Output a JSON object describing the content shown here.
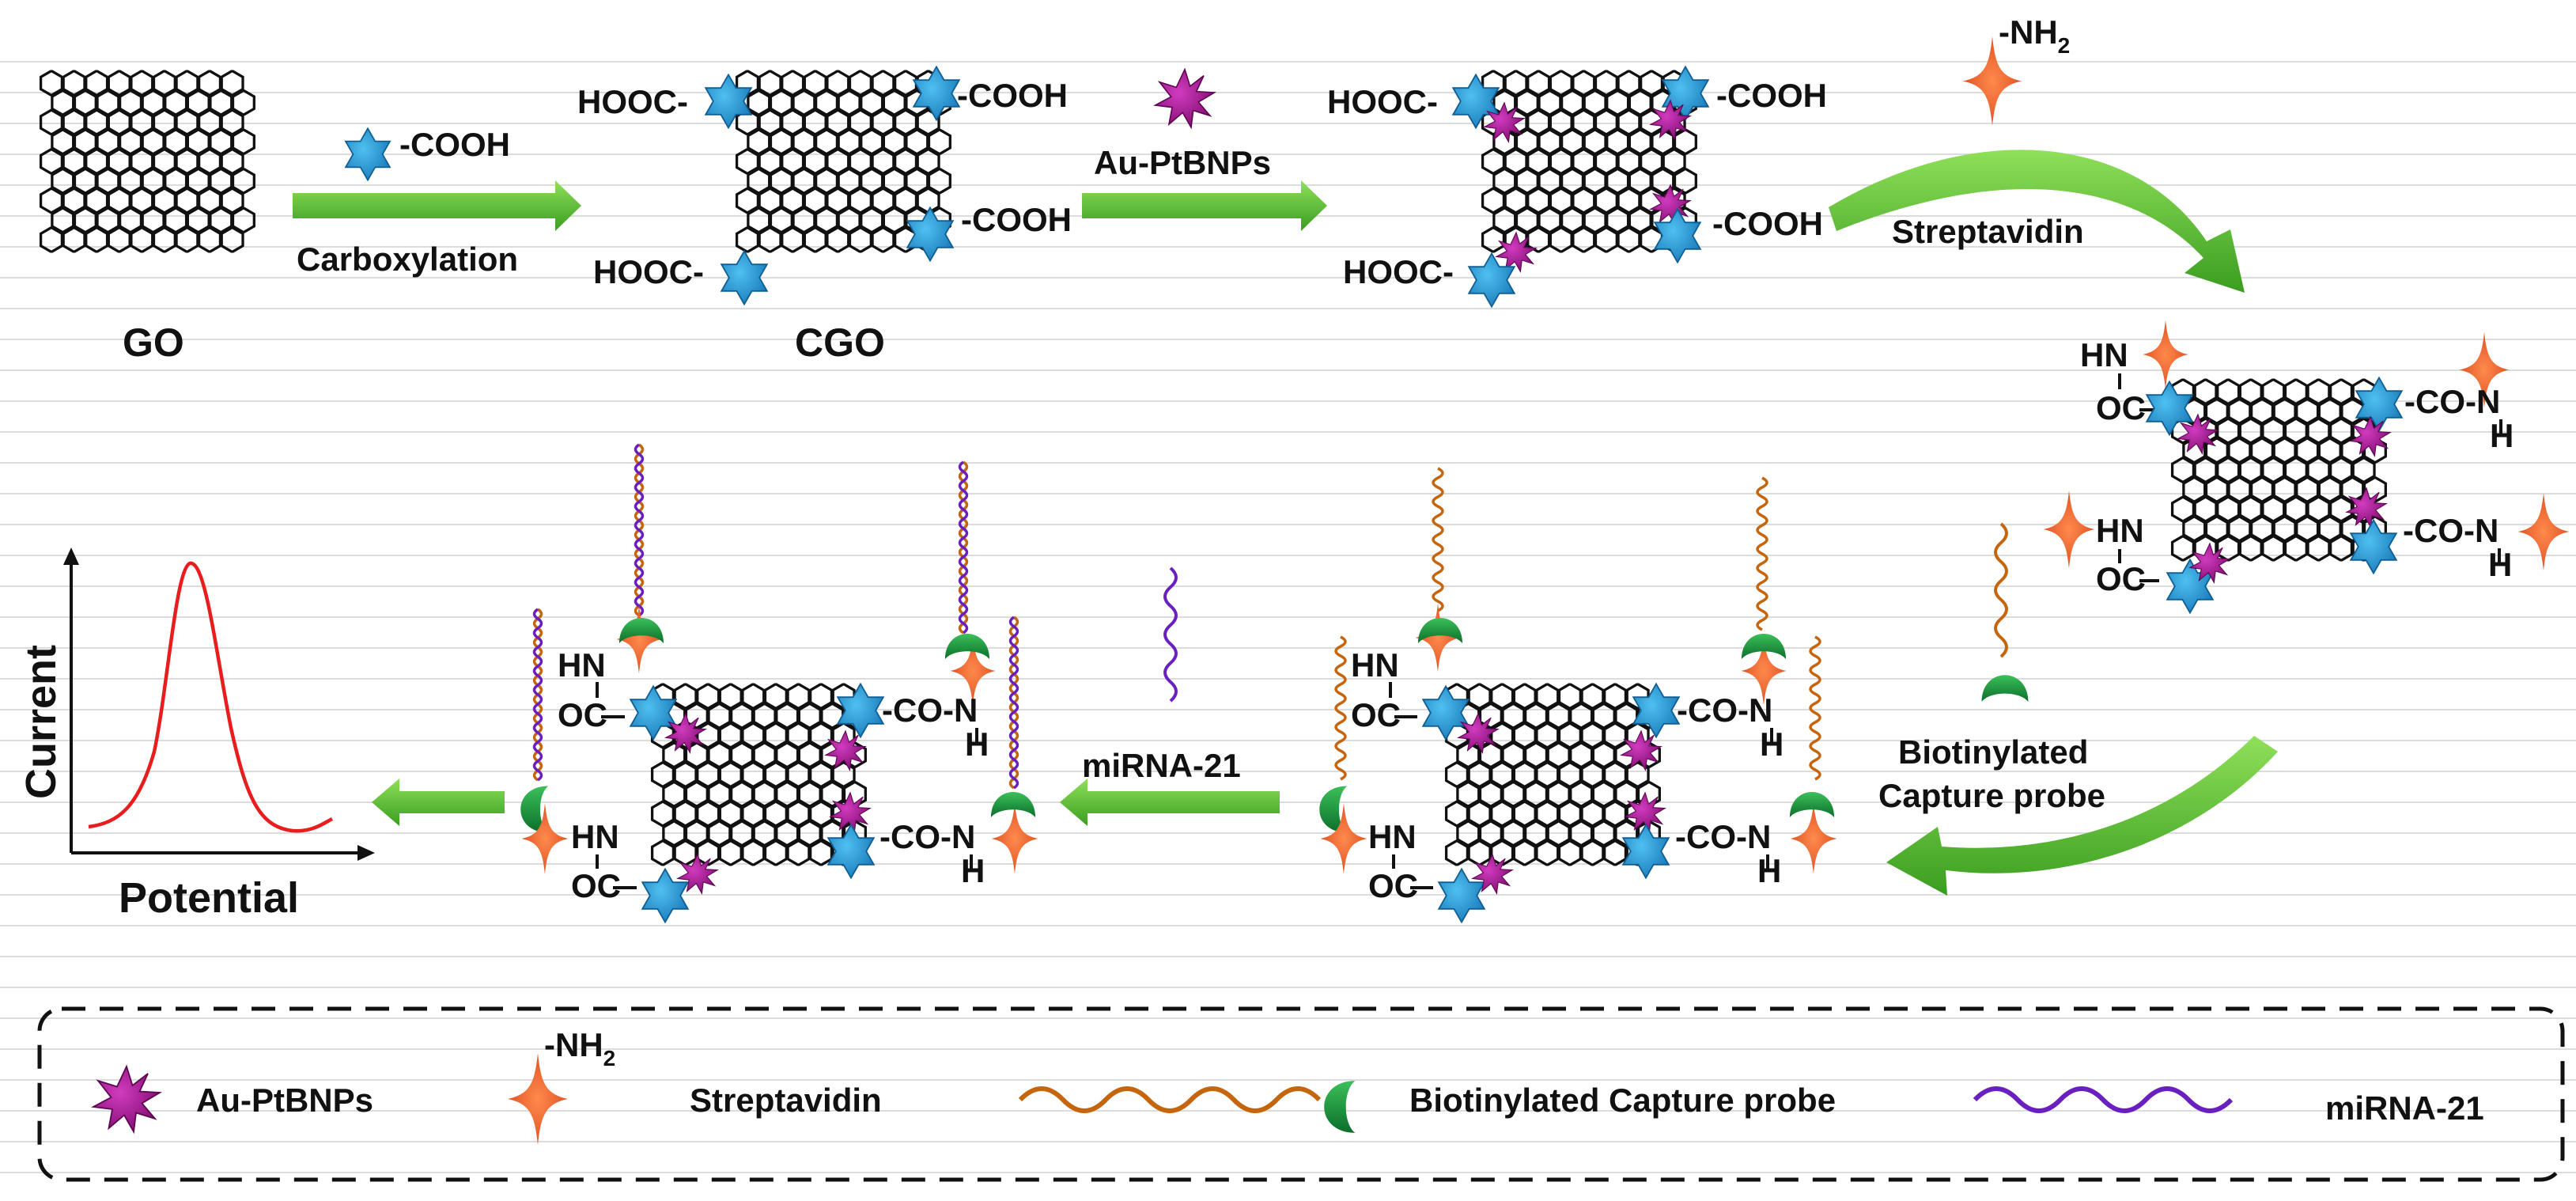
{
  "labels": {
    "go": "GO",
    "cgo": "CGO",
    "cooh_reagent": "-COOH",
    "carboxylation": "Carboxylation",
    "aupt_reagent": "Au-PtBNPs",
    "nh2": "-NH",
    "nh2_sub": "2",
    "streptavidin": "Streptavidin",
    "hooc": "HOOC-",
    "cooh": "-COOH",
    "hn": "HN",
    "oc": "OC",
    "co_n": "-CO-N",
    "h": "H",
    "biotinylated": "Biotinylated",
    "capture_probe": "Capture probe",
    "mirna": "miRNA-21",
    "current": "Current",
    "potential": "Potential"
  },
  "legend": {
    "aupt": "Au-PtBNPs",
    "streptavidin": "Streptavidin",
    "nh2": "-NH",
    "nh2_sub": "2",
    "capture_probe": "Biotinylated Capture probe",
    "mirna": "miRNA-21"
  },
  "colors": {
    "blue_star": "#1e94d2",
    "magenta_star": "#a0168f",
    "orange_star": "#e55a2a",
    "green_cap": "#1a8f3a",
    "probe": "#c5660f",
    "mirna": "#6a1fbf",
    "arrow": "#5bc33a",
    "peak": "#e81d1d"
  }
}
